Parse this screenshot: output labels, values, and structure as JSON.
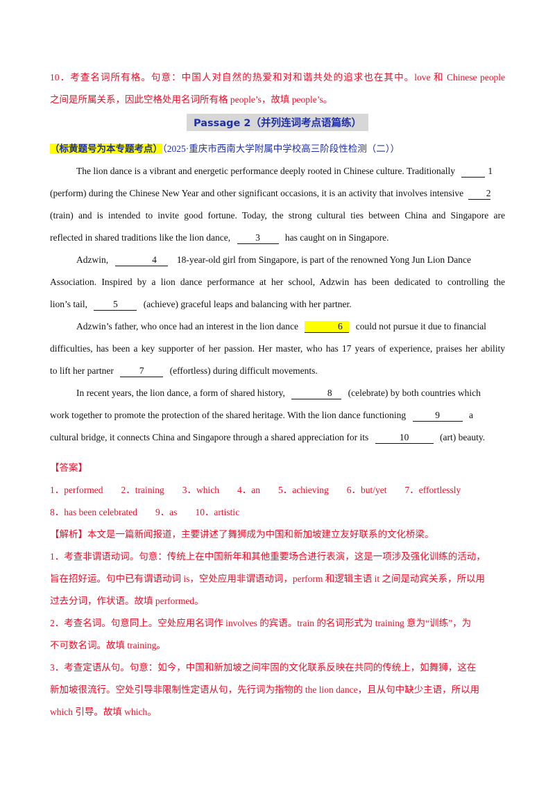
{
  "top_note": {
    "line1": "10．考查名词所有格。句意：中国人对自然的热爱和对和谐共处的追求也在其中。love 和 Chinese people",
    "line2": "之间是所属关系，因此空格处用名词所有格 people’s，故填 people’s。"
  },
  "passage_title": "Passage 2（并列连词考点语篇练）",
  "source": {
    "tag": "（标黄题号为本专题考点）",
    "text": "（2025·重庆市西南大学附属中学校高三阶段性检测（二））"
  },
  "paragraphs": {
    "p1": {
      "l1a": "The lion dance is a vibrant and energetic performance deeply rooted in Chinese culture. Traditionally",
      "b1": "1",
      "l2a": "(perform) during the Chinese New Year and other significant occasions, it is an activity that involves intensive",
      "b2": "2",
      "l3": "(train) and is intended to invite good fortune. Today, the strong cultural ties between China and Singapore are",
      "l4a": "reflected in shared traditions like the lion dance,",
      "b3": "3",
      "l4b": "has caught on in Singapore."
    },
    "p2": {
      "l1a": "Adzwin,",
      "b4": "4",
      "l1b": "18-year-old girl from Singapore, is part of the renowned Yong Jun Lion Dance",
      "l2": "Association. Inspired by a lion dance performance at her school, Adzwin has been dedicated to controlling the",
      "l3a": "lion’s tail,",
      "b5": "5",
      "l3b": "(achieve) graceful leaps and balancing with her partner."
    },
    "p3": {
      "l1a": "Adzwin’s father, who once had an interest in the lion dance",
      "b6": "6",
      "l1b": "could not pursue it due to financial",
      "l2": "difficulties, has been a key supporter of her passion. Her master, who has 17 years of experience, praises her ability",
      "l3a": "to lift her partner",
      "b7": "7",
      "l3b": "(effortless) during difficult movements."
    },
    "p4": {
      "l1a": "In recent years, the lion dance, a form of shared history,",
      "b8": "8",
      "l1b": "(celebrate) by both countries which",
      "l2a": "work together to promote the protection of the shared heritage. With the lion dance functioning",
      "b9": "9",
      "l2b": "a",
      "l3a": "cultural bridge, it connects China and Singapore through a shared appreciation for its",
      "b10": "10",
      "l3b": "(art) beauty."
    }
  },
  "answer": {
    "heading": "【答案】",
    "items": [
      "1．performed",
      "2．training",
      "3．which",
      "4．an",
      "5．achieving",
      "6．but/yet",
      "7．effortlessly",
      "8．has been celebrated",
      "9．as",
      "10．artistic"
    ]
  },
  "analysis": {
    "heading": "【解析】本文是一篇新闻报道，主要讲述了舞狮成为中国和新加坡建立友好联系的文化桥梁。",
    "lines": [
      "1．考查非谓语动词。句意：传统上在中国新年和其他重要场合进行表演，这是一项涉及强化训练的活动，",
      "旨在招好运。句中已有谓语动词 is，空处应用非谓语动词，perform 和逻辑主语 it 之间是动宾关系，所以用",
      "过去分词，作状语。故填 performed。",
      "2．考查名词。句意同上。空处应用名词作 involves 的宾语。train 的名词形式为 training 意为“训练”，为",
      "不可数名词。故填 training。",
      "3．考查定语从句。句意：如今，中国和新加坡之间牢固的文化联系反映在共同的传统上，如舞狮，这在",
      "新加坡很流行。空处引导非限制性定语从句，先行词为指物的 the lion dance，且从句中缺少主语，所以用",
      "which 引导。故填 which。"
    ]
  }
}
